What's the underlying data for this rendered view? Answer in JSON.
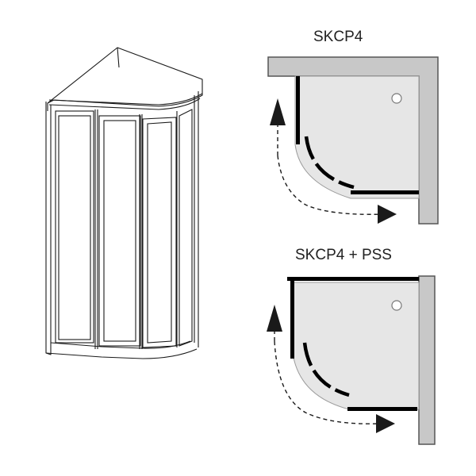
{
  "diagram": {
    "plans": [
      {
        "id": "plan-skcp4",
        "label": "SKCP4"
      },
      {
        "id": "plan-skcp4-pss",
        "label": "SKCP4 + PSS"
      }
    ],
    "colors": {
      "line": "#1a1a1a",
      "wall_fill": "#c8c8c8",
      "wall_stroke": "#555555",
      "tray_fill": "#e6e6e6",
      "door": "#000000"
    }
  }
}
